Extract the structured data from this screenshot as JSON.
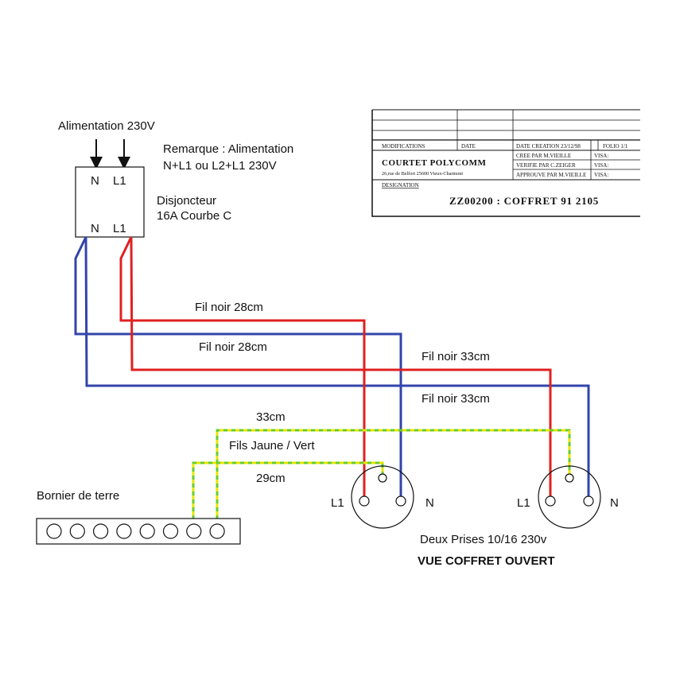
{
  "colors": {
    "phase": "#e02020",
    "neutral": "#3344aa",
    "earth_green": "#66cc33",
    "earth_yellow": "#e6e600",
    "ink": "#111111"
  },
  "supply": {
    "label": "Alimentation 230V"
  },
  "remark": {
    "line1": "Remarque : Alimentation",
    "line2": "N+L1 ou L2+L1 230V"
  },
  "breaker": {
    "label_line1": "Disjoncteur",
    "label_line2": "16A Courbe C",
    "top_n": "N",
    "top_l1": "L1",
    "bottom_n": "N",
    "bottom_l1": "L1"
  },
  "wires": {
    "w1": "Fil noir 28cm",
    "w2": "Fil noir 28cm",
    "w3": "Fil noir 33cm",
    "w4": "Fil noir 33cm",
    "earth_33": "33cm",
    "earth_label": "Fils Jaune / Vert",
    "earth_29": "29cm"
  },
  "terminal_block": {
    "label": "Bornier de terre",
    "terminal_count": 8
  },
  "sockets": {
    "left": {
      "l1": "L1",
      "n": "N"
    },
    "right": {
      "l1": "L1",
      "n": "N"
    },
    "caption": "Deux Prises 10/16 230v"
  },
  "view_title": "VUE COFFRET OUVERT",
  "title_block": {
    "modifications": "MODIFICATIONS",
    "date": "DATE",
    "date_creation": "DATE CREATION 23/12/98",
    "folio": "FOLIO 1/1",
    "company": "COURTET POLYCOMM",
    "address": "26,rue de Belfort 25600 Vieux-Charmont",
    "created": "CREE PAR M.VIEILLE",
    "verified": "VERIFIE PAR C.ZEIGER",
    "approved": "APPROUVE PAR M.VIEILLE",
    "visa1": "VISA:",
    "visa2": "VISA:",
    "visa3": "VISA:",
    "designation": "DESIGNATION",
    "reference": "ZZ00200 : COFFRET 91 2105"
  }
}
